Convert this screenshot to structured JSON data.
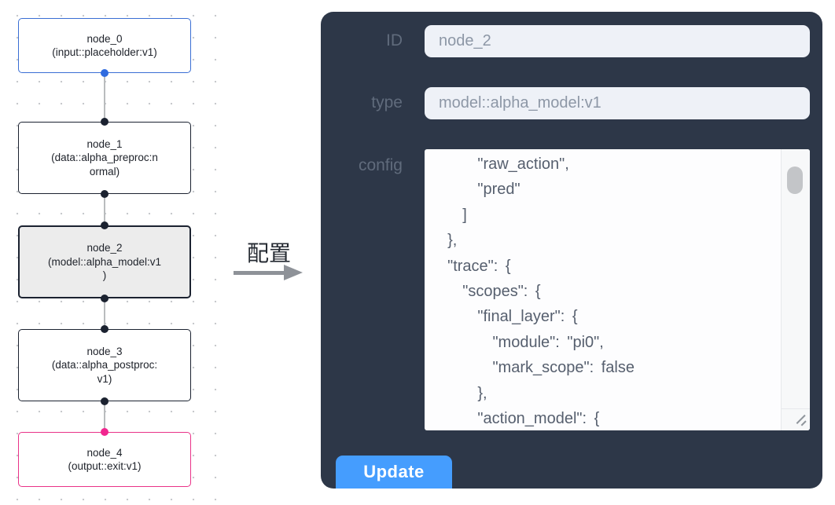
{
  "canvas": {
    "nodes": [
      {
        "id": "node_0",
        "label": "node_0\n(input::placeholder:v1)",
        "kind": "input",
        "accent": "#3a6ed4"
      },
      {
        "id": "node_1",
        "label": "node_1\n(data::alpha_preproc:n\normal)",
        "kind": "data"
      },
      {
        "id": "node_2",
        "label": "node_2\n(model::alpha_model:v1\n)",
        "kind": "model",
        "selected": true
      },
      {
        "id": "node_3",
        "label": "node_3\n(data::alpha_postproc:\nv1)",
        "kind": "data"
      },
      {
        "id": "node_4",
        "label": "node_4\n(output::exit:v1)",
        "kind": "output",
        "accent": "#e93288"
      }
    ]
  },
  "annotation": {
    "label": "配置"
  },
  "panel": {
    "id_label": "ID",
    "id_value": "node_2",
    "type_label": "type",
    "type_value": "model::alpha_model:v1",
    "config_label": "config",
    "config_value": "      \"raw_action\",\n      \"pred\"\n    ]\n  },\n  \"trace\": {\n    \"scopes\": {\n      \"final_layer\": {\n        \"module\": \"pi0\",\n        \"mark_scope\": false\n      },\n      \"action_model\": {",
    "update_label": "Update"
  },
  "colors": {
    "panel_bg": "#2d3748",
    "button_blue": "#459dfe",
    "node_border_dark": "#1b2230",
    "node_input_blue": "#3a6ed4",
    "node_output_pink": "#e93288",
    "handle_blue": "#2f6bdf",
    "handle_pink": "#f1268f",
    "selected_node_bg": "#ececec"
  }
}
